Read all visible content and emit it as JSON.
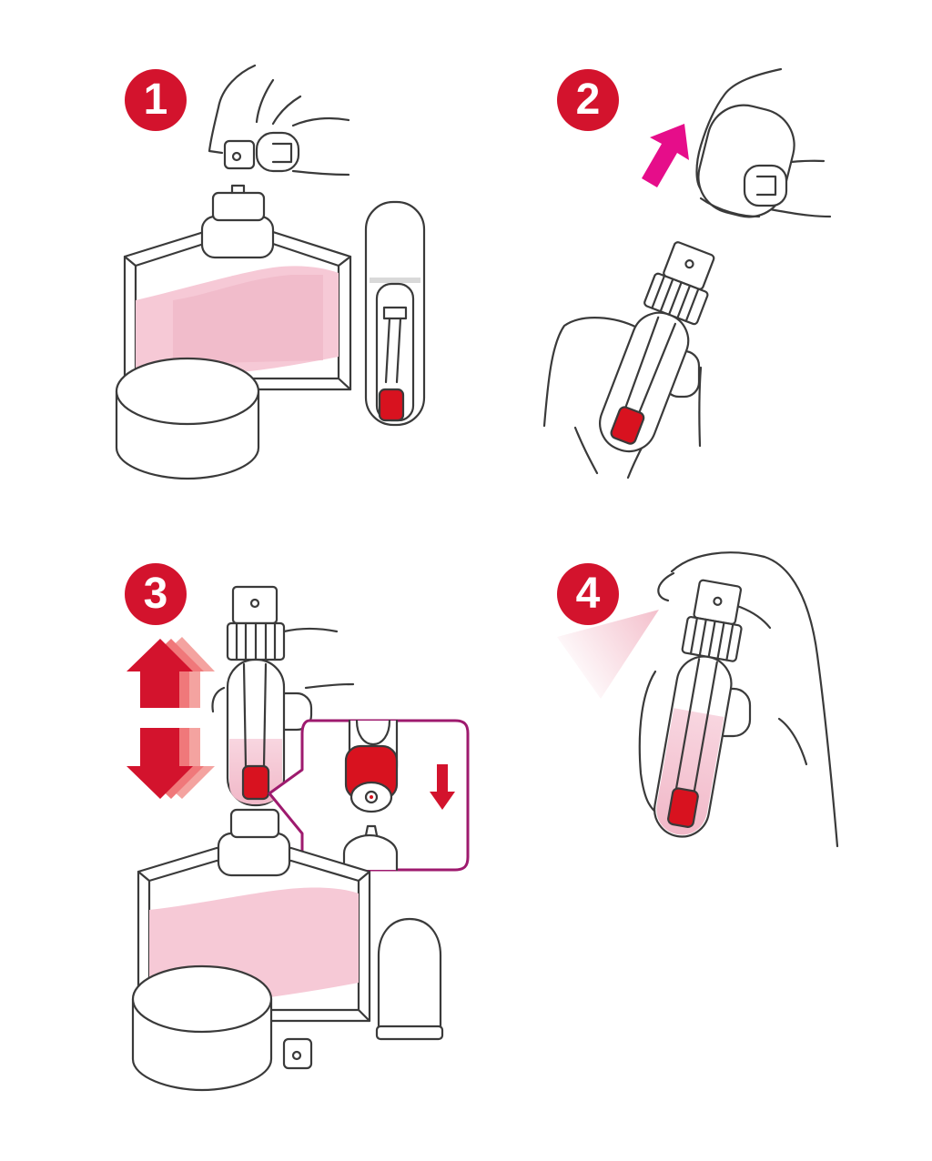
{
  "steps": [
    {
      "number": "1"
    },
    {
      "number": "2"
    },
    {
      "number": "3"
    },
    {
      "number": "4"
    }
  ],
  "colors": {
    "badge": "#d3132d",
    "liquid_pink": "#f6c9d6",
    "refill_red": "#d8121f",
    "arrow_magenta": "#e60d8a",
    "arrow_red": "#d3132d",
    "arrow_light_red": "#f0787a",
    "arrow_salmon": "#f4a3a0",
    "callout_border": "#9e1a6e",
    "outline": "#3a3a3a",
    "spray_mist": "#f3bcc9"
  },
  "icons": [
    "hand-icon",
    "perfume-bottle-icon",
    "refill-atomizer-icon",
    "pump-arrow-icon",
    "spray-mist-icon"
  ]
}
